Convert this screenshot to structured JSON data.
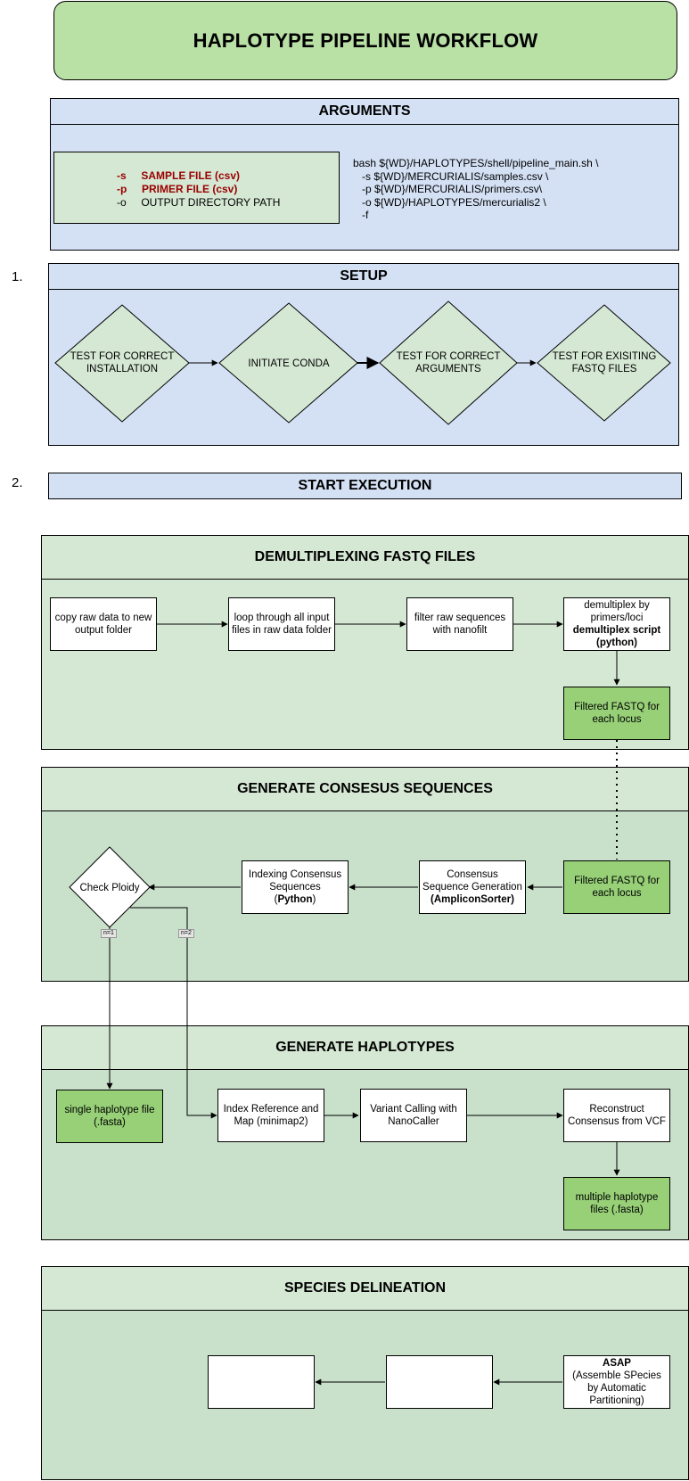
{
  "title": "HAPLOTYPE PIPELINE WORKFLOW",
  "arguments": {
    "header": "ARGUMENTS",
    "flags": [
      {
        "flag": "-s",
        "label": "SAMPLE FILE (csv)",
        "highlight": true
      },
      {
        "flag": "-p",
        "label": "PRIMER FILE (csv)",
        "highlight": true
      },
      {
        "flag": "-o",
        "label": "OUTPUT DIRECTORY PATH",
        "highlight": false
      }
    ],
    "command": [
      "bash ${WD}/HAPLOTYPES/shell/pipeline_main.sh \\",
      "   -s ${WD}/MERCURIALIS/samples.csv \\",
      "   -p ${WD}/MERCURIALIS/primers.csv\\",
      "   -o ${WD}/HAPLOTYPES/mercurialis2 \\",
      "   -f"
    ]
  },
  "setup": {
    "number": "1.",
    "header": "SETUP",
    "steps": [
      "TEST FOR CORRECT INSTALLATION",
      "INITIATE CONDA",
      "TEST FOR CORRECT ARGUMENTS",
      "TEST FOR EXISITING FASTQ FILES"
    ]
  },
  "start": {
    "number": "2.",
    "header": "START EXECUTION"
  },
  "demultiplex": {
    "header": "DEMULTIPLEXING FASTQ FILES",
    "copy": "copy raw data to new output folder",
    "loop": "loop through all input files in raw data folder",
    "filter": "filter raw sequences with nanofilt",
    "demux_line1": "demultiplex by primers/loci",
    "demux_line2": "demultiplex script",
    "demux_line3": "(python)",
    "filtered": "Filtered FASTQ for each locus"
  },
  "consensus": {
    "header": "GENERATE CONSESUS SEQUENCES",
    "filtered": "Filtered FASTQ for each locus",
    "generation_line1": "Consensus Sequence Generation",
    "generation_line2": "(AmpliconSorter)",
    "indexing_line1": "Indexing Consensus Sequences",
    "indexing_open": "(",
    "indexing_bold": "Python",
    "indexing_close": ")",
    "ploidy": "Check Ploidy",
    "edge_n1": "n=1",
    "edge_n2": "n=2"
  },
  "haplotypes": {
    "header": "GENERATE HAPLOTYPES",
    "single": "single haplotype file (.fasta)",
    "index_map": "Index Reference and Map (minimap2)",
    "variant": "Variant Calling with NanoCaller",
    "reconstruct": "Reconstruct Consensus from VCF",
    "multiple": "multiple haplotype files (.fasta)"
  },
  "species": {
    "header": "SPECIES DELINEATION",
    "asap_bold": "ASAP",
    "asap_desc": "(Assemble SPecies by Automatic Partitioning)",
    "empty1": "",
    "empty2": ""
  },
  "colors": {
    "title_fill": "#b9e0a5",
    "blue_panel": "#d4e1f5",
    "green_light": "#d5e8d4",
    "green_mid": "#c9e1cb",
    "green_output": "#97d077",
    "flag_red": "#990000"
  }
}
